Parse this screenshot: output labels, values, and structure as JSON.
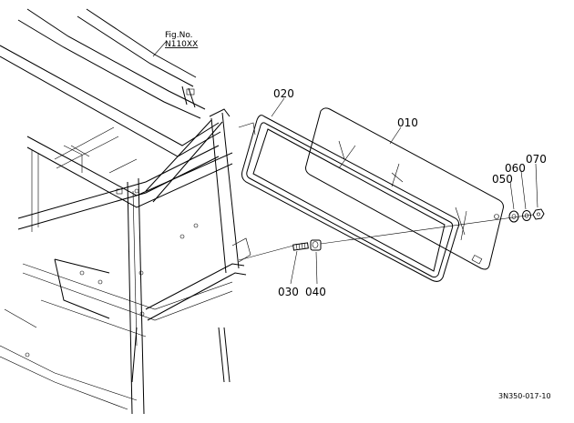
{
  "figure": {
    "fig_label": "Fig.No.",
    "fig_number": "N110XX",
    "drawing_code": "3N350-017-10"
  },
  "callouts": [
    {
      "id": "010",
      "label": "010"
    },
    {
      "id": "020",
      "label": "020"
    },
    {
      "id": "030",
      "label": "030"
    },
    {
      "id": "040",
      "label": "040"
    },
    {
      "id": "050",
      "label": "050"
    },
    {
      "id": "060",
      "label": "060"
    },
    {
      "id": "070",
      "label": "070"
    }
  ]
}
